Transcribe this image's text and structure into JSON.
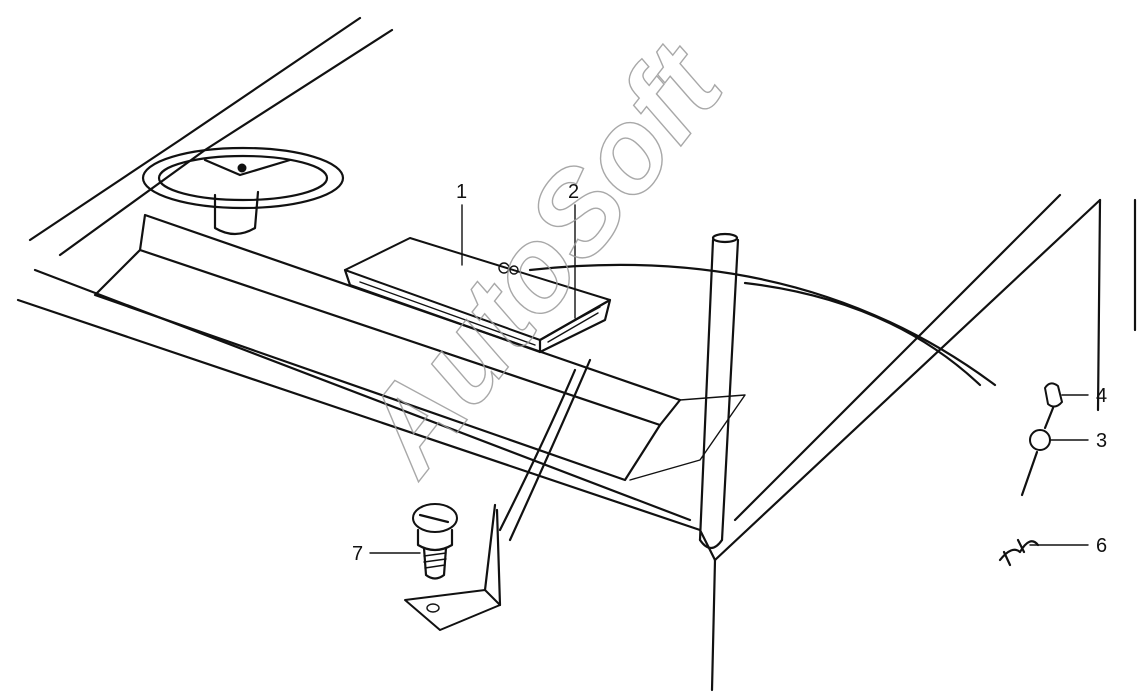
{
  "watermark": "AutoSoft",
  "callouts": [
    {
      "id": "1",
      "label": "1"
    },
    {
      "id": "2",
      "label": "2"
    },
    {
      "id": "3",
      "label": "3"
    },
    {
      "id": "4",
      "label": "4"
    },
    {
      "id": "6",
      "label": "6"
    },
    {
      "id": "7",
      "label": "7"
    }
  ]
}
